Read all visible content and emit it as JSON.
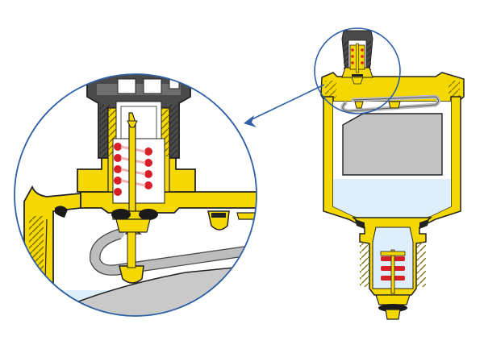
{
  "colors": {
    "brass": "#f5d800",
    "brass_edge": "#a08a00",
    "cap_dark": "#4a4a4a",
    "cap_mid": "#6e6e6e",
    "body_grey": "#d6d6d6",
    "float_grey": "#c2c2c2",
    "water_blue": "#dfeefb",
    "lens_blue": "#2d5fa6",
    "spring_red": "#d61f26",
    "lever_grey": "#bdbdbd",
    "outline": "#222222"
  },
  "parts": [
    "cap",
    "valve-stem",
    "spring",
    "valve-body",
    "float-chamber",
    "float",
    "float-lever",
    "lower-connector",
    "check-spring",
    "o-ring",
    "magnifier-lens",
    "pointer-arrow"
  ]
}
